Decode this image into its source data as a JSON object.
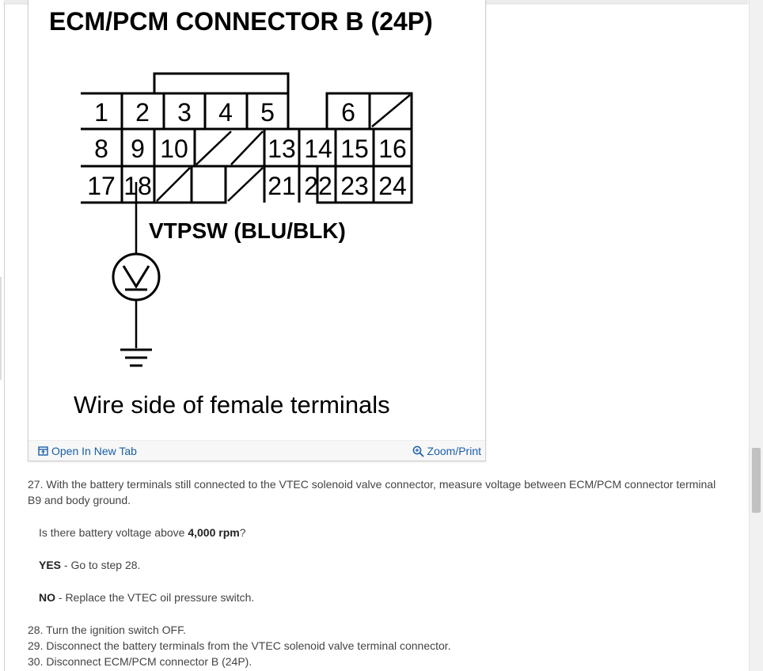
{
  "diagram": {
    "title": "ECM/PCM CONNECTOR B (24P)",
    "terminal_row1": [
      "1",
      "2",
      "3",
      "4",
      "5",
      "6"
    ],
    "terminal_row2": [
      "8",
      "9",
      "10",
      "13",
      "14",
      "15",
      "16"
    ],
    "terminal_row3": [
      "17",
      "18",
      "21",
      "22",
      "23",
      "24"
    ],
    "wire_label": "VTPSW (BLU/BLK)",
    "caption": "Wire side of female terminals"
  },
  "footer": {
    "open_label": "Open In New Tab",
    "zoom_label": "Zoom/Print"
  },
  "steps": {
    "step27": "27. With the battery terminals still connected to the VTEC solenoid valve connector, measure voltage between ECM/PCM connector terminal B9 and body ground.",
    "question_pre": "Is there battery voltage above ",
    "question_bold": "4,000 rpm",
    "question_post": "?",
    "yes_label": "YES",
    "yes_text": " - Go to step 28.",
    "no_label": "NO",
    "no_text": " - Replace the VTEC oil pressure switch.",
    "step28": "28. Turn the ignition switch OFF.",
    "step29": "29. Disconnect the battery terminals from the VTEC solenoid valve terminal connector.",
    "step30": "30. Disconnect ECM/PCM connector B (24P)."
  }
}
